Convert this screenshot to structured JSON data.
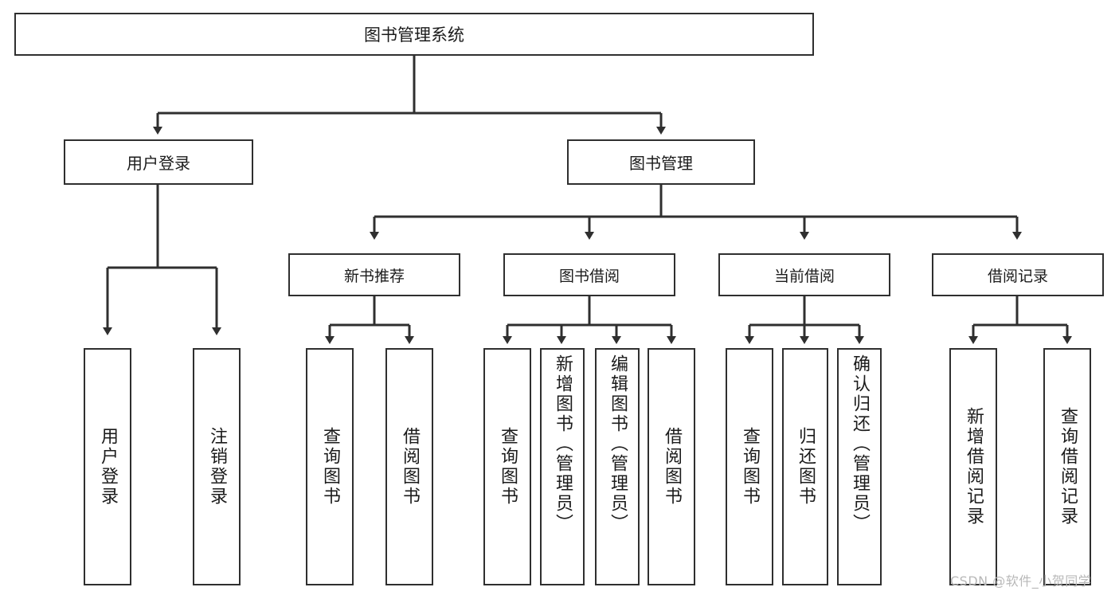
{
  "diagram": {
    "type": "tree-hierarchy-chart",
    "title": "图书管理系统",
    "colors": {
      "box_border": "#2f2f2f",
      "box_fill": "#ffffff",
      "edge": "#2f2f2f",
      "text": "#1b1b1b",
      "watermark": "#b8b8b8",
      "background": "#ffffff"
    },
    "root": {
      "label": "图书管理系统"
    },
    "level1": [
      {
        "id": "user-login",
        "label": "用户登录"
      },
      {
        "id": "book-manage",
        "label": "图书管理"
      }
    ],
    "level2": [
      {
        "id": "new-book-recommend",
        "label": "新书推荐",
        "parent": "book-manage"
      },
      {
        "id": "book-borrow",
        "label": "图书借阅",
        "parent": "book-manage"
      },
      {
        "id": "current-borrow",
        "label": "当前借阅",
        "parent": "book-manage"
      },
      {
        "id": "borrow-record",
        "label": "借阅记录",
        "parent": "book-manage"
      }
    ],
    "leaves": [
      {
        "id": "leaf-user-login",
        "label": "用户登录",
        "parent": "user-login"
      },
      {
        "id": "leaf-logout",
        "label": "注销登录",
        "parent": "user-login"
      },
      {
        "id": "leaf-query-book-1",
        "label": "查询图书",
        "parent": "new-book-recommend"
      },
      {
        "id": "leaf-borrow-book-1",
        "label": "借阅图书",
        "parent": "new-book-recommend"
      },
      {
        "id": "leaf-query-book-2",
        "label": "查询图书",
        "parent": "book-borrow"
      },
      {
        "id": "leaf-add-book",
        "label": "新增图书（管理员）",
        "parent": "book-borrow"
      },
      {
        "id": "leaf-edit-book",
        "label": "编辑图书（管理员）",
        "parent": "book-borrow"
      },
      {
        "id": "leaf-borrow-book-2",
        "label": "借阅图书",
        "parent": "book-borrow"
      },
      {
        "id": "leaf-query-book-3",
        "label": "查询图书",
        "parent": "current-borrow"
      },
      {
        "id": "leaf-return-book",
        "label": "归还图书",
        "parent": "current-borrow"
      },
      {
        "id": "leaf-confirm-return",
        "label": "确认归还（管理员）",
        "parent": "current-borrow"
      },
      {
        "id": "leaf-add-record",
        "label": "新增借阅记录",
        "parent": "borrow-record"
      },
      {
        "id": "leaf-query-record",
        "label": "查询借阅记录",
        "parent": "borrow-record"
      }
    ],
    "watermark": "CSDN @软件_小贺同学"
  }
}
